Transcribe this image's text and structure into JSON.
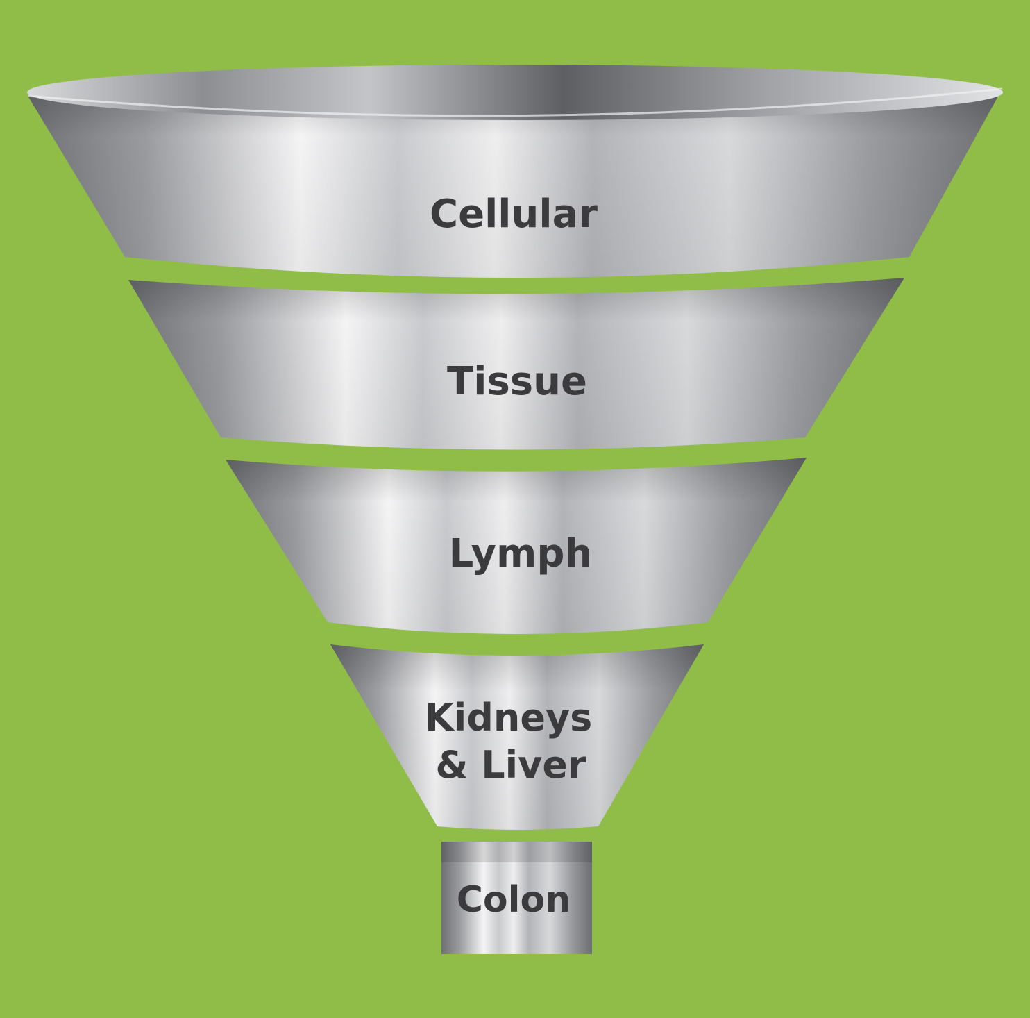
{
  "background_color": "#8fbd48",
  "text_color": "#3b3b3d",
  "stages": [
    {
      "id": "cellular",
      "lines": [
        "Cellular"
      ]
    },
    {
      "id": "tissue",
      "lines": [
        "Tissue"
      ]
    },
    {
      "id": "lymph",
      "lines": [
        "Lymph"
      ]
    },
    {
      "id": "kidneys-liver",
      "lines": [
        "Kidneys",
        "& Liver"
      ]
    },
    {
      "id": "colon",
      "lines": [
        "Colon"
      ]
    }
  ]
}
